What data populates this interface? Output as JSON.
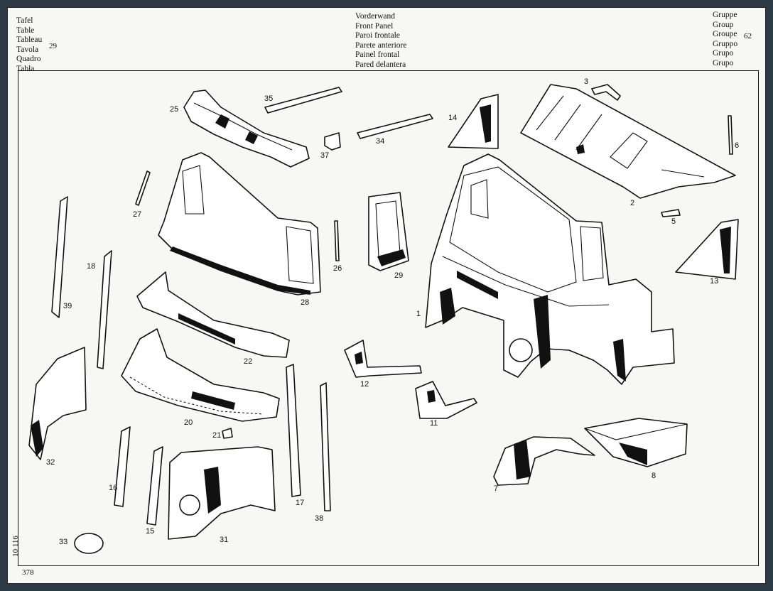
{
  "header": {
    "left_labels": [
      "Tafel",
      "Table",
      "Tableau",
      "Tavola",
      "Quadro",
      "Tabla"
    ],
    "left_number": "29",
    "center_labels": [
      "Vorderwand",
      "Front Panel",
      "Paroi frontale",
      "Parete anteriore",
      "Painel frontal",
      "Pared delantera"
    ],
    "right_labels": [
      "Gruppe",
      "Group",
      "Groupe",
      "Gruppo",
      "Grupo",
      "Grupo"
    ],
    "right_number": "62"
  },
  "footer": {
    "side_code": "10 116",
    "page_number": "378"
  },
  "part_numbers": [
    "1",
    "2",
    "3",
    "5",
    "6",
    "7",
    "8",
    "11",
    "12",
    "13",
    "14",
    "15",
    "16",
    "17",
    "18",
    "20",
    "21",
    "22",
    "25",
    "26",
    "27",
    "28",
    "29",
    "31",
    "32",
    "33",
    "34",
    "35",
    "37",
    "38",
    "39"
  ],
  "colors": {
    "page": "#f7f7f5",
    "ink": "#111111",
    "background": "#2e3a46"
  }
}
